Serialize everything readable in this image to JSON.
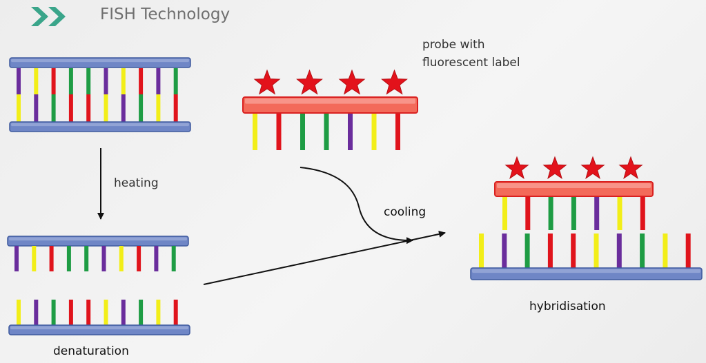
{
  "header": {
    "title": "FISH Technology",
    "chevron_color": "#3aa58a"
  },
  "labels": {
    "probe": [
      "probe with",
      "fluorescent label"
    ],
    "heating": "heating",
    "cooling": "cooling",
    "denaturation": "denaturation",
    "hybridisation": "hybridisation"
  },
  "colors": {
    "backbone": "#6f86c6",
    "backbone_edge": "#3f5a9e",
    "probe_bar": "#f36a5a",
    "probe_edge": "#d92020",
    "star": "#e3121b",
    "yellow": "#f2ee18",
    "purple": "#6a2d9c",
    "red": "#e0141c",
    "green": "#1e9c44"
  },
  "strands": {
    "dsdna_top": [
      "purple",
      "yellow",
      "red",
      "green",
      "green",
      "purple",
      "yellow",
      "red",
      "purple",
      "green"
    ],
    "dsdna_bottom": [
      "yellow",
      "purple",
      "green",
      "red",
      "red",
      "yellow",
      "purple",
      "green",
      "yellow",
      "red"
    ],
    "denat_top": [
      "purple",
      "yellow",
      "red",
      "green",
      "green",
      "purple",
      "yellow",
      "red",
      "purple",
      "green"
    ],
    "denat_bottom": [
      "yellow",
      "purple",
      "green",
      "red",
      "red",
      "yellow",
      "purple",
      "green",
      "yellow",
      "red"
    ],
    "probe": [
      "yellow",
      "red",
      "green",
      "green",
      "purple",
      "yellow",
      "red"
    ],
    "hybrid_probe": [
      "yellow",
      "red",
      "green",
      "green",
      "purple",
      "yellow",
      "red"
    ],
    "hybrid_target": [
      "yellow",
      "purple",
      "green",
      "red",
      "red",
      "yellow",
      "purple",
      "green",
      "yellow",
      "red"
    ],
    "probe_stars": 4,
    "hybrid_stars": 4
  }
}
